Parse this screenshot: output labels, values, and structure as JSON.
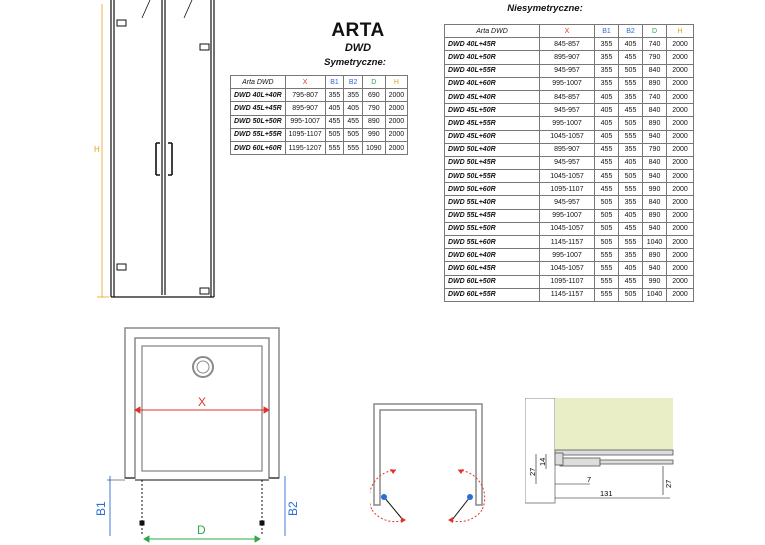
{
  "header": {
    "title": "ARTA",
    "subtitle": "DWD",
    "symmetric_label": "Symetryczne:",
    "asymmetric_label": "Niesymetryczne:"
  },
  "columns": {
    "name": "Arta DWD",
    "x": "X",
    "b1": "B1",
    "b2": "B2",
    "d": "D",
    "h": "H"
  },
  "colors": {
    "x": "#e0322b",
    "b": "#2b6cd6",
    "d": "#2ea84a",
    "h": "#e6a01a",
    "wall": "#8a8a8a",
    "sealant_fill": "#e9eec7"
  },
  "symmetric_rows": [
    {
      "name": "DWD 40L+40R",
      "x": "795-807",
      "b1": "355",
      "b2": "355",
      "d": "690",
      "h": "2000"
    },
    {
      "name": "DWD 45L+45R",
      "x": "895-907",
      "b1": "405",
      "b2": "405",
      "d": "790",
      "h": "2000"
    },
    {
      "name": "DWD 50L+50R",
      "x": "995-1007",
      "b1": "455",
      "b2": "455",
      "d": "890",
      "h": "2000"
    },
    {
      "name": "DWD 55L+55R",
      "x": "1095-1107",
      "b1": "505",
      "b2": "505",
      "d": "990",
      "h": "2000"
    },
    {
      "name": "DWD 60L+60R",
      "x": "1195-1207",
      "b1": "555",
      "b2": "555",
      "d": "1090",
      "h": "2000"
    }
  ],
  "asymmetric_rows": [
    {
      "name": "DWD 40L+45R",
      "x": "845-857",
      "b1": "355",
      "b2": "405",
      "d": "740",
      "h": "2000"
    },
    {
      "name": "DWD 40L+50R",
      "x": "895-907",
      "b1": "355",
      "b2": "455",
      "d": "790",
      "h": "2000"
    },
    {
      "name": "DWD 40L+55R",
      "x": "945-957",
      "b1": "355",
      "b2": "505",
      "d": "840",
      "h": "2000"
    },
    {
      "name": "DWD 40L+60R",
      "x": "995-1007",
      "b1": "355",
      "b2": "555",
      "d": "890",
      "h": "2000"
    },
    {
      "name": "DWD 45L+40R",
      "x": "845-857",
      "b1": "405",
      "b2": "355",
      "d": "740",
      "h": "2000"
    },
    {
      "name": "DWD 45L+50R",
      "x": "945-957",
      "b1": "405",
      "b2": "455",
      "d": "840",
      "h": "2000"
    },
    {
      "name": "DWD 45L+55R",
      "x": "995-1007",
      "b1": "405",
      "b2": "505",
      "d": "890",
      "h": "2000"
    },
    {
      "name": "DWD 45L+60R",
      "x": "1045-1057",
      "b1": "405",
      "b2": "555",
      "d": "940",
      "h": "2000"
    },
    {
      "name": "DWD 50L+40R",
      "x": "895-907",
      "b1": "455",
      "b2": "355",
      "d": "790",
      "h": "2000"
    },
    {
      "name": "DWD 50L+45R",
      "x": "945-957",
      "b1": "455",
      "b2": "405",
      "d": "840",
      "h": "2000"
    },
    {
      "name": "DWD 50L+55R",
      "x": "1045-1057",
      "b1": "455",
      "b2": "505",
      "d": "940",
      "h": "2000"
    },
    {
      "name": "DWD 50L+60R",
      "x": "1095-1107",
      "b1": "455",
      "b2": "555",
      "d": "990",
      "h": "2000"
    },
    {
      "name": "DWD 55L+40R",
      "x": "945-957",
      "b1": "505",
      "b2": "355",
      "d": "840",
      "h": "2000"
    },
    {
      "name": "DWD 55L+45R",
      "x": "995-1007",
      "b1": "505",
      "b2": "405",
      "d": "890",
      "h": "2000"
    },
    {
      "name": "DWD 55L+50R",
      "x": "1045-1057",
      "b1": "505",
      "b2": "455",
      "d": "940",
      "h": "2000"
    },
    {
      "name": "DWD 55L+60R",
      "x": "1145-1157",
      "b1": "505",
      "b2": "555",
      "d": "1040",
      "h": "2000"
    },
    {
      "name": "DWD 60L+40R",
      "x": "995-1007",
      "b1": "555",
      "b2": "355",
      "d": "890",
      "h": "2000"
    },
    {
      "name": "DWD 60L+45R",
      "x": "1045-1057",
      "b1": "555",
      "b2": "405",
      "d": "940",
      "h": "2000"
    },
    {
      "name": "DWD 60L+50R",
      "x": "1095-1107",
      "b1": "555",
      "b2": "455",
      "d": "990",
      "h": "2000"
    },
    {
      "name": "DWD 60L+55R",
      "x": "1145-1157",
      "b1": "555",
      "b2": "505",
      "d": "1040",
      "h": "2000"
    }
  ],
  "drawings": {
    "front": {
      "height_label": "H"
    },
    "plan": {
      "x_label": "X",
      "d_label": "D",
      "b1_label": "B1",
      "b2_label": "B2"
    },
    "profile": {
      "dim_14": "14",
      "dim_27_left": "27",
      "dim_7": "7",
      "dim_131": "131",
      "dim_27_right": "27"
    }
  }
}
